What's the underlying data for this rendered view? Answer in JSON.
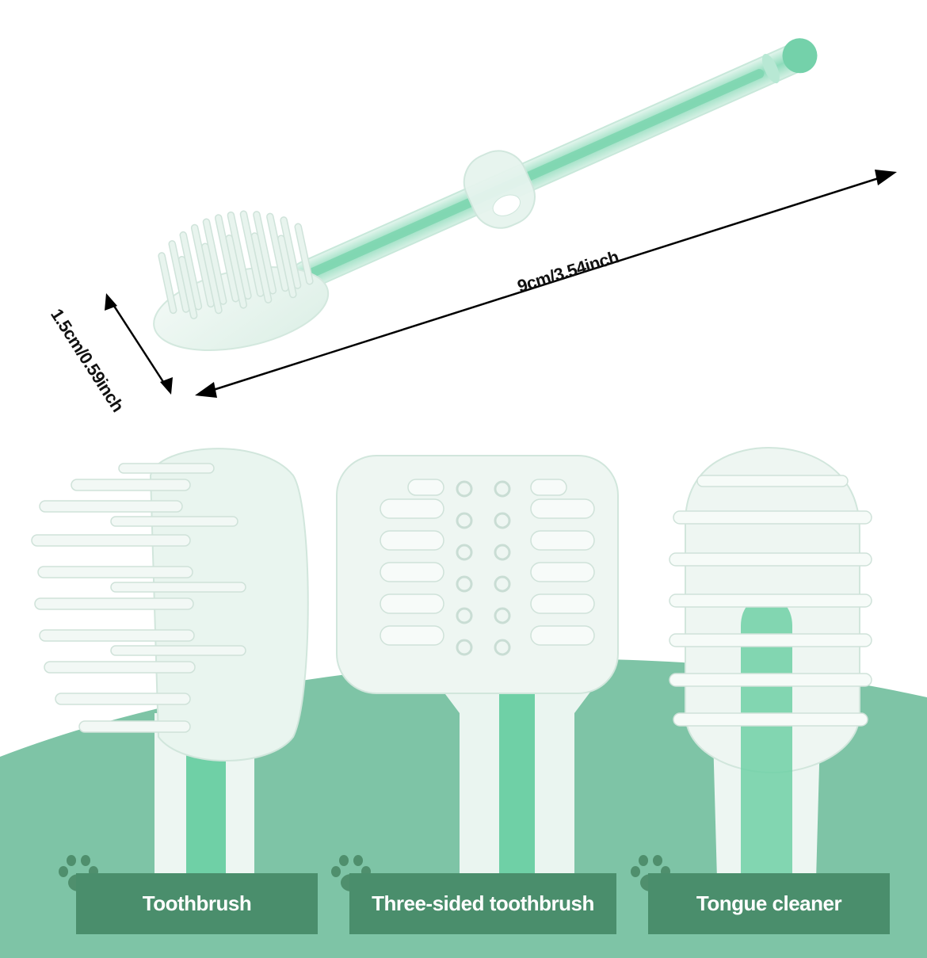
{
  "dimensions": {
    "length_label": "9cm/3.54inch",
    "width_label": "1.5cm/0.59inch"
  },
  "labels": [
    {
      "text": "Toothbrush",
      "icon": "paw-icon"
    },
    {
      "text": "Three-sided toothbrush",
      "icon": "paw-icon"
    },
    {
      "text": "Tongue cleaner",
      "icon": "paw-icon"
    }
  ],
  "colors": {
    "background": "#ffffff",
    "hill": "#7ec4a6",
    "label_box": "#4a8e6c",
    "label_text": "#ffffff",
    "paw": "#4f8f6d",
    "brush_green": "#6fd0a6",
    "silicone": "#eef6f2"
  }
}
